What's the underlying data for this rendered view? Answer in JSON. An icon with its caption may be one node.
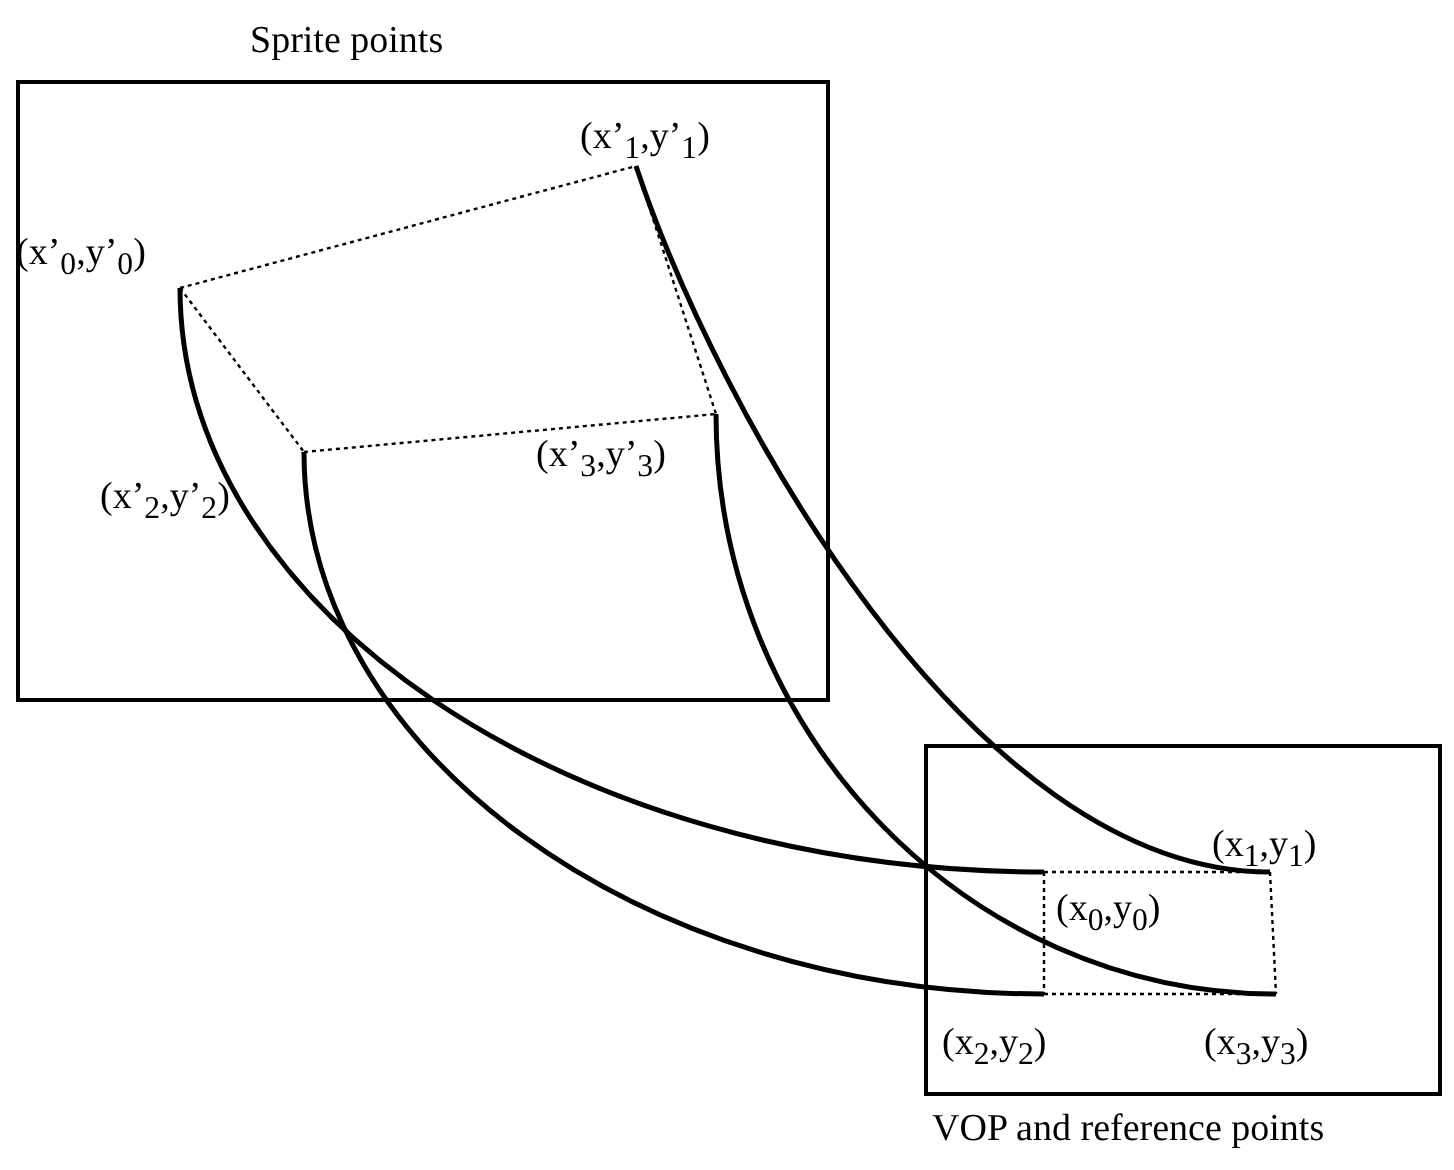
{
  "diagram": {
    "nodes": [
      {
        "text": [
          "Sprite points"
        ]
      },
      {
        "text": [
          "(x’$_{0}$,y’$_{0}$)"
        ],
        "in": 0
      },
      {
        "text": [
          "(x’$_{1}$,y’$_{1}$)"
        ],
        "in": 0
      },
      {
        "text": [
          "(x’$_{2}$,y’$_{2}$)"
        ],
        "in": 0
      },
      {
        "text": [
          "(x’$_{3}$,y’$_{3}$)"
        ],
        "in": 0
      },
      {
        "text": [
          "VOP and reference points"
        ]
      },
      {
        "text": [
          "(x$_{0}$,y$_{0}$)"
        ],
        "in": 5
      },
      {
        "text": [
          "(x$_{1}$,y$_{1}$)"
        ],
        "in": 5
      },
      {
        "text": [
          "(x$_{2}$,y$_{2}$)"
        ],
        "in": 5
      },
      {
        "text": [
          "(x$_{3}$,y$_{3}$)"
        ],
        "in": 5
      }
    ],
    "edges": [
      {
        "from": 1,
        "to": 6,
        "arrow": "none"
      },
      {
        "from": 2,
        "to": 7,
        "arrow": "none"
      },
      {
        "from": 3,
        "to": 8,
        "arrow": "none"
      },
      {
        "from": 4,
        "to": 9,
        "arrow": "none"
      },
      {
        "from": 1,
        "to": 2,
        "arrow": "none",
        "style": "dashed"
      },
      {
        "from": 1,
        "to": 3,
        "arrow": "none",
        "style": "dashed"
      },
      {
        "from": 3,
        "to": 4,
        "arrow": "none",
        "style": "dashed"
      },
      {
        "from": 2,
        "to": 4,
        "arrow": "none",
        "style": "dashed"
      },
      {
        "from": 6,
        "to": 7,
        "arrow": "none",
        "style": "dashed"
      },
      {
        "from": 6,
        "to": 8,
        "arrow": "none",
        "style": "dashed"
      },
      {
        "from": 8,
        "to": 9,
        "arrow": "none",
        "style": "dashed"
      },
      {
        "from": 7,
        "to": 9,
        "arrow": "none",
        "style": "dashed"
      }
    ]
  }
}
